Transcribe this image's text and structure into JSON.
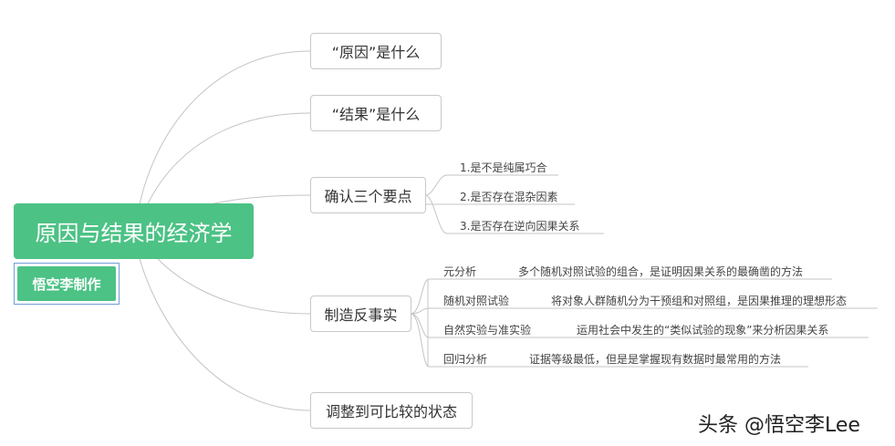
{
  "root": {
    "title": "原因与结果的经济学",
    "author": "悟空李制作"
  },
  "topics": [
    {
      "label": "“原因”是什么"
    },
    {
      "label": "“结果”是什么"
    },
    {
      "label": "确认三个要点",
      "children": [
        "1.是不是纯属巧合",
        "2.是否存在混杂因素",
        "3.是否存在逆向因果关系"
      ]
    },
    {
      "label": "制造反事实",
      "children": [
        {
          "name": "元分析",
          "desc": "多个随机对照试验的组合，是证明因果关系的最确凿的方法"
        },
        {
          "name": "随机对照试验",
          "desc": "将对象人群随机分为干预组和对照组，是因果推理的理想形态"
        },
        {
          "name": "自然实验与准实验",
          "desc": "运用社会中发生的“类似试验的现象”来分析因果关系"
        },
        {
          "name": "回归分析",
          "desc": "证据等级最低，但是是掌握现有数据时最常用的方法"
        }
      ]
    },
    {
      "label": "调整到可比较的状态"
    }
  ],
  "watermark": "头条 @悟空李Lee",
  "colors": {
    "root": "#4cc285",
    "line": "#c4c4c4",
    "topic_border": "#c8c8c8",
    "author_outline": "#6f9fd8"
  }
}
